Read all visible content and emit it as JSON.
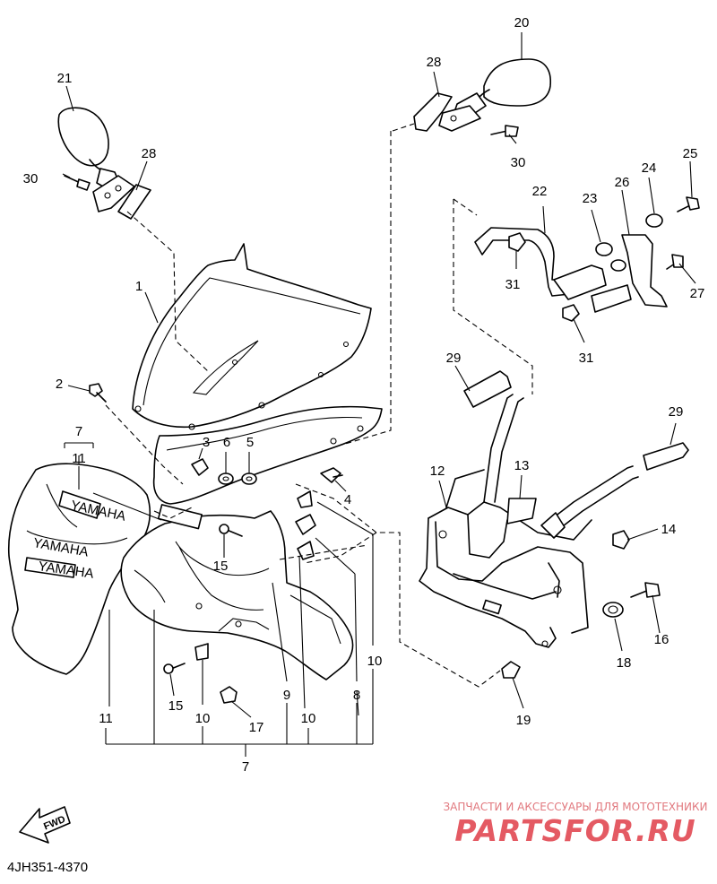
{
  "diagram": {
    "code": "4JH351-4370",
    "fwd_label": "FWD",
    "labels": {
      "n1": "1",
      "n2": "2",
      "n3": "3",
      "n4": "4",
      "n5": "5",
      "n6": "6",
      "n7_top": "7",
      "n7_bottom": "7",
      "n8": "8",
      "n9": "9",
      "n10_a": "10",
      "n10_b": "10",
      "n10_c": "10",
      "n11_top": "11",
      "n11_bottom": "11",
      "n12": "12",
      "n13": "13",
      "n14": "14",
      "n15_a": "15",
      "n15_b": "15",
      "n16": "16",
      "n17": "17",
      "n18": "18",
      "n19": "19",
      "n20": "20",
      "n21": "21",
      "n22": "22",
      "n23": "23",
      "n24": "24",
      "n25": "25",
      "n26": "26",
      "n27": "27",
      "n28_a": "28",
      "n28_b": "28",
      "n29_a": "29",
      "n29_b": "29",
      "n30_a": "30",
      "n30_b": "30",
      "n31_a": "31",
      "n31_b": "31"
    },
    "decals": {
      "yamaha_small": "YAMAHA",
      "yamaha_side": "YAMAHA",
      "yamaha_lower": "YAMAHA"
    }
  },
  "watermark": {
    "tagline": "ЗАПЧАСТИ И АКСЕССУАРЫ ДЛЯ МОТОТЕХНИКИ",
    "brand": "PARTSFOR.RU",
    "color": "#e45a63"
  }
}
